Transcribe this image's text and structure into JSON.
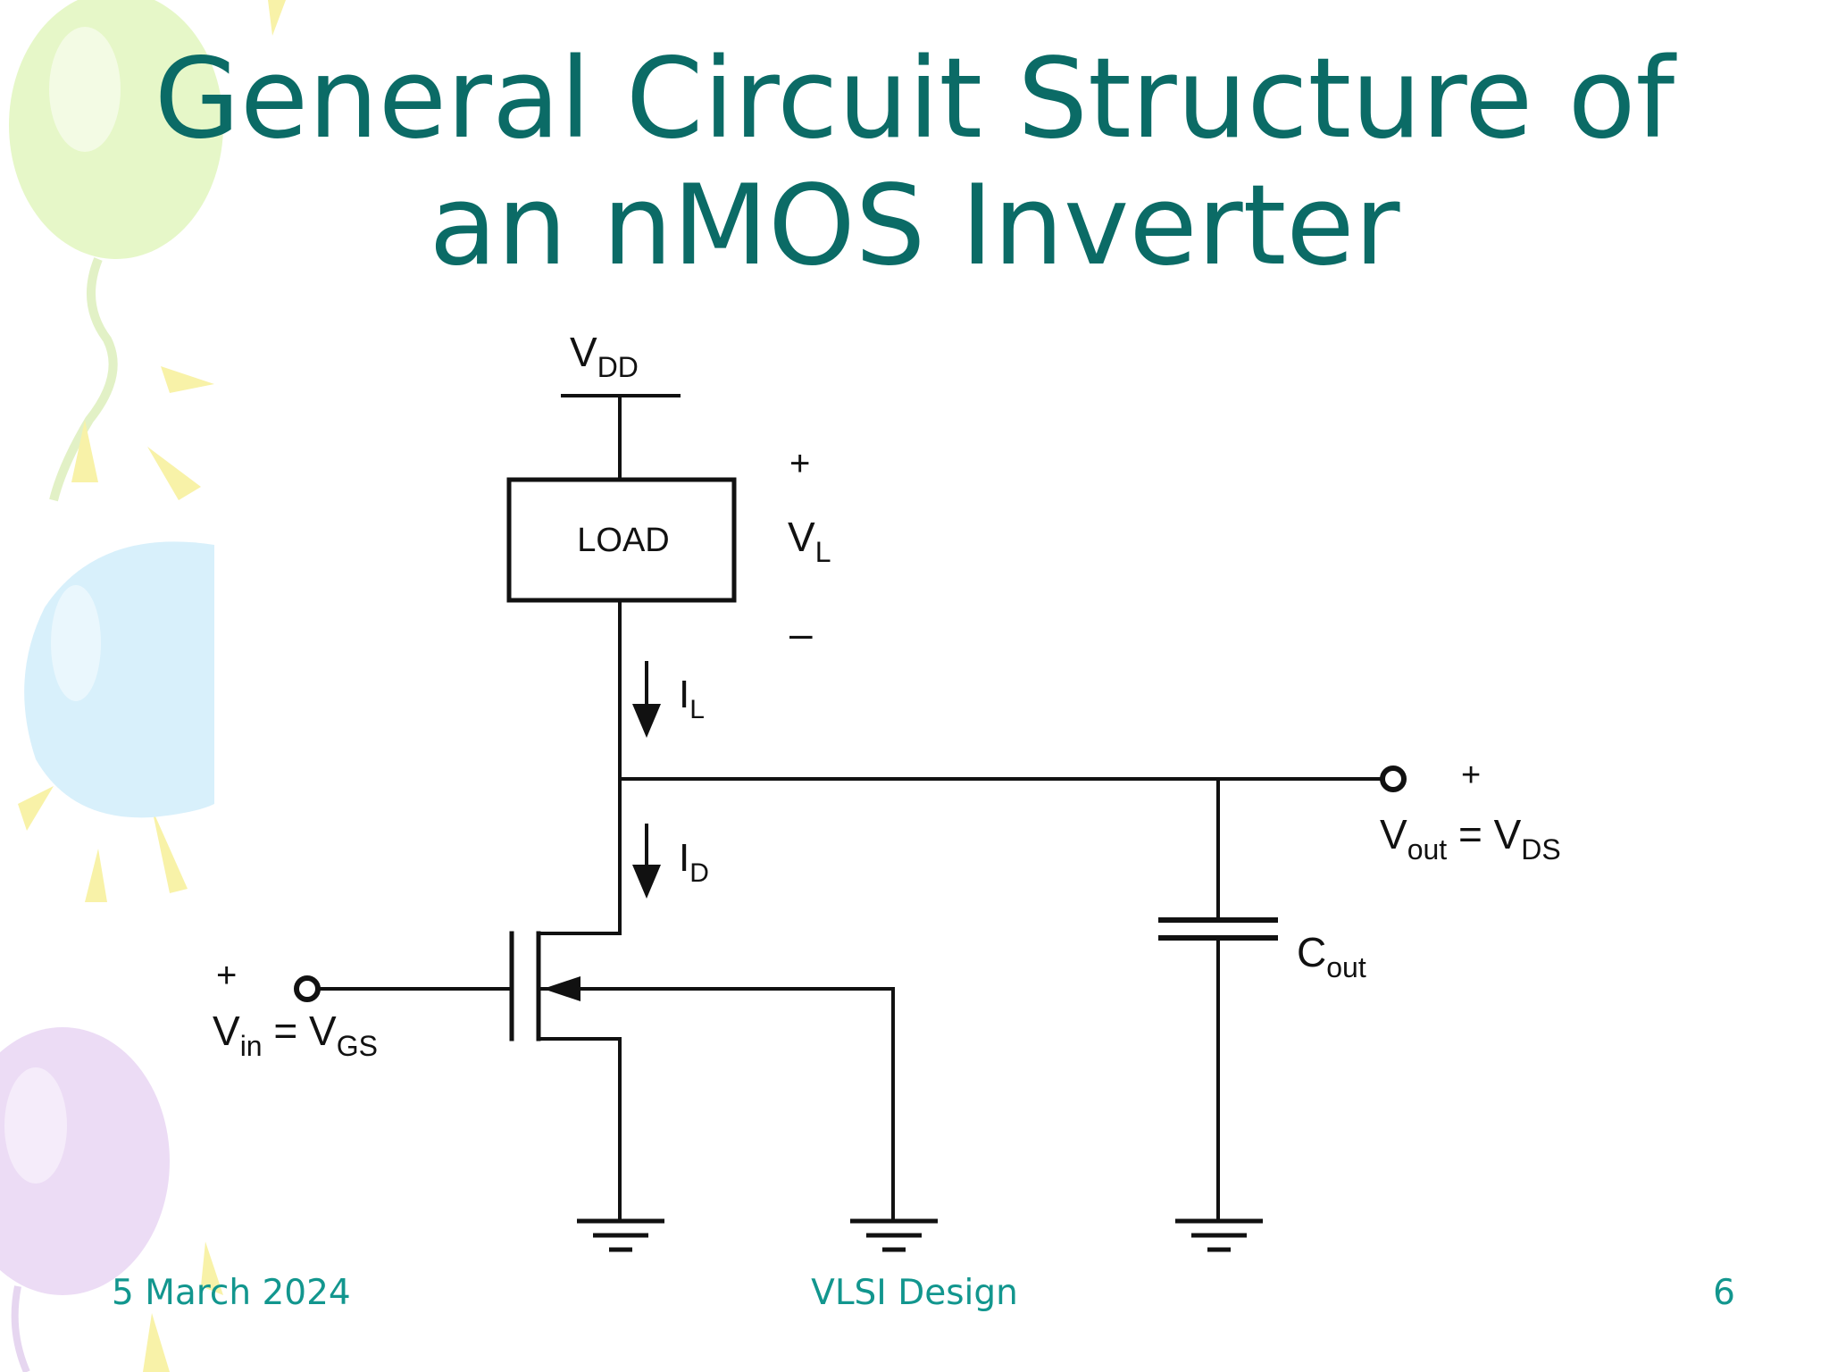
{
  "slide": {
    "title_lines": [
      "General Circuit Structure of",
      "an nMOS Inverter"
    ],
    "footer": {
      "date": "5 March 2024",
      "center": "VLSI Design",
      "page": "6"
    }
  },
  "circuit": {
    "supply": {
      "main": "V",
      "sub": "DD"
    },
    "load_label": "LOAD",
    "load_voltage": {
      "plus": "+",
      "main": "V",
      "sub": "L",
      "minus": "–"
    },
    "load_current": {
      "main": "I",
      "sub": "L"
    },
    "drain_current": {
      "main": "I",
      "sub": "D"
    },
    "output": {
      "plus": "+",
      "v1": "V",
      "s1": "out",
      "eq": " = ",
      "v2": "V",
      "s2": "DS"
    },
    "input": {
      "plus": "+",
      "v1": "V",
      "s1": "in",
      "eq": " = ",
      "v2": "V",
      "s2": "GS"
    },
    "capacitor": {
      "main": "C",
      "sub": "out"
    }
  },
  "colors": {
    "title": "#0b6b66",
    "footer": "#12968e",
    "balloon_green": "#e6f7c8",
    "balloon_blue": "#d8f0fb",
    "balloon_purple": "#ecdcf5",
    "rays": "#f8f2a8"
  }
}
